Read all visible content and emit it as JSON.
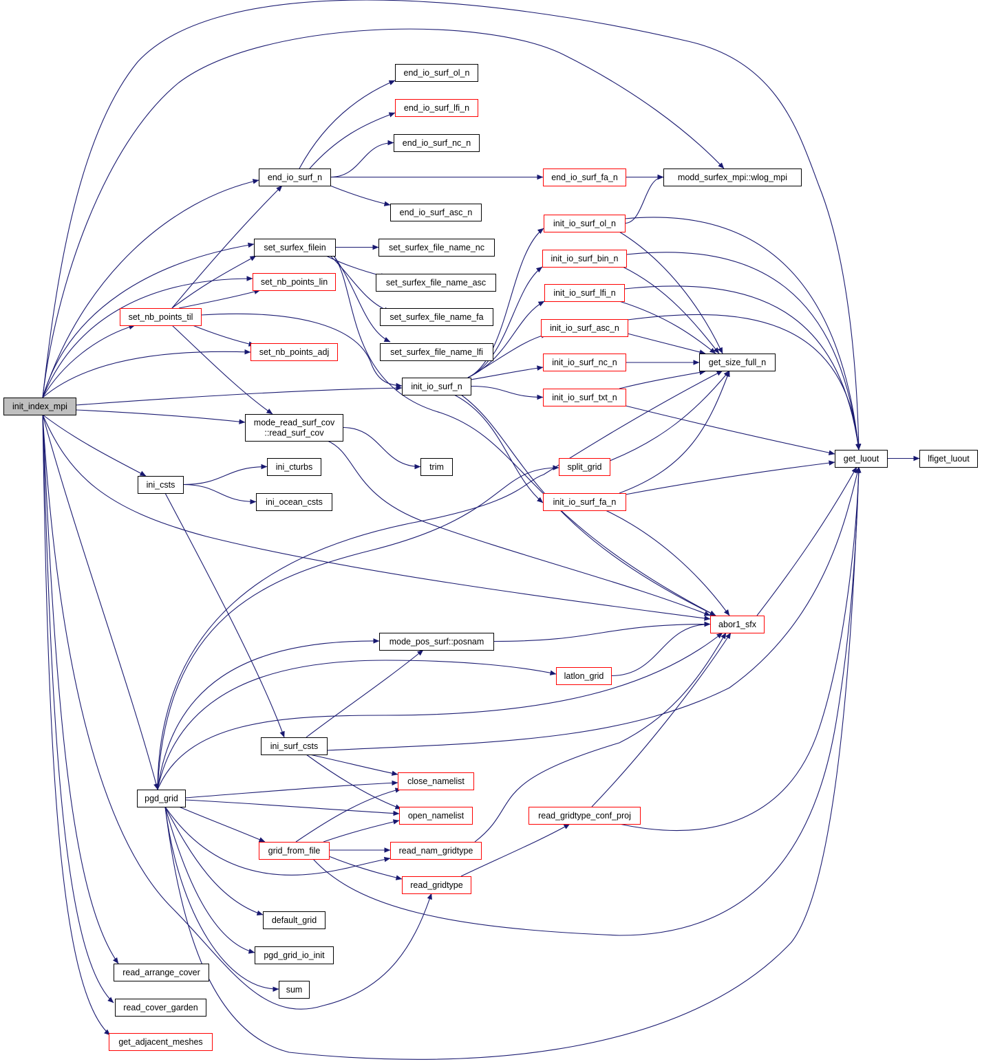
{
  "title": "init_index_mpi call graph",
  "colors": {
    "edge": "#191970",
    "node_border": "#000000",
    "truncated_border": "#ff0000",
    "root_fill": "#bfbfbf"
  },
  "nodes": {
    "init_index_mpi": {
      "label": "init_index_mpi",
      "kind": "root"
    },
    "end_io_surf_ol_n": {
      "label": "end_io_surf_ol_n",
      "kind": "normal"
    },
    "end_io_surf_lfi_n": {
      "label": "end_io_surf_lfi_n",
      "kind": "truncated"
    },
    "end_io_surf_nc_n": {
      "label": "end_io_surf_nc_n",
      "kind": "normal"
    },
    "end_io_surf_n": {
      "label": "end_io_surf_n",
      "kind": "normal"
    },
    "end_io_surf_fa_n": {
      "label": "end_io_surf_fa_n",
      "kind": "truncated"
    },
    "wlog_mpi": {
      "label": "modd_surfex_mpi::wlog_mpi",
      "kind": "normal"
    },
    "end_io_surf_asc_n": {
      "label": "end_io_surf_asc_n",
      "kind": "normal"
    },
    "init_io_surf_ol_n": {
      "label": "init_io_surf_ol_n",
      "kind": "truncated"
    },
    "set_surfex_filein": {
      "label": "set_surfex_filein",
      "kind": "normal"
    },
    "set_surfex_file_name_nc": {
      "label": "set_surfex_file_name_nc",
      "kind": "normal"
    },
    "init_io_surf_bin_n": {
      "label": "init_io_surf_bin_n",
      "kind": "truncated"
    },
    "set_nb_points_lin": {
      "label": "set_nb_points_lin",
      "kind": "truncated"
    },
    "set_surfex_file_name_asc": {
      "label": "set_surfex_file_name_asc",
      "kind": "normal"
    },
    "init_io_surf_lfi_n": {
      "label": "init_io_surf_lfi_n",
      "kind": "truncated"
    },
    "set_nb_points_til": {
      "label": "set_nb_points_til",
      "kind": "truncated"
    },
    "set_surfex_file_name_fa": {
      "label": "set_surfex_file_name_fa",
      "kind": "normal"
    },
    "init_io_surf_asc_n": {
      "label": "init_io_surf_asc_n",
      "kind": "truncated"
    },
    "set_nb_points_adj": {
      "label": "set_nb_points_adj",
      "kind": "truncated"
    },
    "set_surfex_file_name_lfi": {
      "label": "set_surfex_file_name_lfi",
      "kind": "normal"
    },
    "init_io_surf_nc_n": {
      "label": "init_io_surf_nc_n",
      "kind": "truncated"
    },
    "get_size_full_n": {
      "label": "get_size_full_n",
      "kind": "normal"
    },
    "init_io_surf_n": {
      "label": "init_io_surf_n",
      "kind": "normal"
    },
    "init_io_surf_txt_n": {
      "label": "init_io_surf_txt_n",
      "kind": "truncated"
    },
    "read_surf_cov": {
      "label": "mode_read_surf_cov\n::read_surf_cov",
      "kind": "normal"
    },
    "get_luout": {
      "label": "get_luout",
      "kind": "normal"
    },
    "lfiget_luout": {
      "label": "lfiget_luout",
      "kind": "normal"
    },
    "trim": {
      "label": "trim",
      "kind": "normal"
    },
    "split_grid": {
      "label": "split_grid",
      "kind": "truncated"
    },
    "ini_cturbs": {
      "label": "ini_cturbs",
      "kind": "normal"
    },
    "ini_csts": {
      "label": "ini_csts",
      "kind": "normal"
    },
    "ini_ocean_csts": {
      "label": "ini_ocean_csts",
      "kind": "normal"
    },
    "init_io_surf_fa_n": {
      "label": "init_io_surf_fa_n",
      "kind": "truncated"
    },
    "abor1_sfx": {
      "label": "abor1_sfx",
      "kind": "truncated"
    },
    "posnam": {
      "label": "mode_pos_surf::posnam",
      "kind": "normal"
    },
    "latlon_grid": {
      "label": "latlon_grid",
      "kind": "truncated"
    },
    "ini_surf_csts": {
      "label": "ini_surf_csts",
      "kind": "normal"
    },
    "close_namelist": {
      "label": "close_namelist",
      "kind": "truncated"
    },
    "pgd_grid": {
      "label": "pgd_grid",
      "kind": "normal"
    },
    "open_namelist": {
      "label": "open_namelist",
      "kind": "truncated"
    },
    "read_gridtype_conf_proj": {
      "label": "read_gridtype_conf_proj",
      "kind": "truncated"
    },
    "grid_from_file": {
      "label": "grid_from_file",
      "kind": "truncated"
    },
    "read_nam_gridtype": {
      "label": "read_nam_gridtype",
      "kind": "truncated"
    },
    "read_gridtype": {
      "label": "read_gridtype",
      "kind": "truncated"
    },
    "default_grid": {
      "label": "default_grid",
      "kind": "normal"
    },
    "pgd_grid_io_init": {
      "label": "pgd_grid_io_init",
      "kind": "normal"
    },
    "read_arrange_cover": {
      "label": "read_arrange_cover",
      "kind": "normal"
    },
    "sum": {
      "label": "sum",
      "kind": "normal"
    },
    "read_cover_garden": {
      "label": "read_cover_garden",
      "kind": "normal"
    },
    "get_adjacent_meshes": {
      "label": "get_adjacent_meshes",
      "kind": "truncated"
    }
  },
  "edges": [
    [
      "init_index_mpi",
      "get_luout"
    ],
    [
      "init_index_mpi",
      "wlog_mpi"
    ],
    [
      "init_index_mpi",
      "end_io_surf_n"
    ],
    [
      "init_index_mpi",
      "set_surfex_filein"
    ],
    [
      "init_index_mpi",
      "set_nb_points_lin"
    ],
    [
      "init_index_mpi",
      "set_nb_points_til"
    ],
    [
      "init_index_mpi",
      "set_nb_points_adj"
    ],
    [
      "init_index_mpi",
      "init_io_surf_n"
    ],
    [
      "init_index_mpi",
      "read_surf_cov"
    ],
    [
      "init_index_mpi",
      "ini_csts"
    ],
    [
      "init_index_mpi",
      "abor1_sfx"
    ],
    [
      "init_index_mpi",
      "pgd_grid"
    ],
    [
      "init_index_mpi",
      "read_gridtype"
    ],
    [
      "init_index_mpi",
      "read_arrange_cover"
    ],
    [
      "init_index_mpi",
      "read_cover_garden"
    ],
    [
      "init_index_mpi",
      "get_adjacent_meshes"
    ],
    [
      "end_io_surf_n",
      "end_io_surf_ol_n"
    ],
    [
      "end_io_surf_n",
      "end_io_surf_lfi_n"
    ],
    [
      "end_io_surf_n",
      "end_io_surf_nc_n"
    ],
    [
      "end_io_surf_n",
      "end_io_surf_fa_n"
    ],
    [
      "end_io_surf_n",
      "end_io_surf_asc_n"
    ],
    [
      "end_io_surf_fa_n",
      "wlog_mpi"
    ],
    [
      "set_surfex_filein",
      "set_surfex_file_name_nc"
    ],
    [
      "set_surfex_filein",
      "set_surfex_file_name_asc"
    ],
    [
      "set_surfex_filein",
      "set_surfex_file_name_fa"
    ],
    [
      "set_surfex_filein",
      "set_surfex_file_name_lfi"
    ],
    [
      "set_surfex_filein",
      "abor1_sfx"
    ],
    [
      "set_nb_points_til",
      "end_io_surf_n"
    ],
    [
      "set_nb_points_til",
      "set_surfex_filein"
    ],
    [
      "set_nb_points_til",
      "set_nb_points_lin"
    ],
    [
      "set_nb_points_til",
      "set_nb_points_adj"
    ],
    [
      "set_nb_points_til",
      "init_io_surf_n"
    ],
    [
      "set_nb_points_til",
      "read_surf_cov"
    ],
    [
      "init_io_surf_n",
      "init_io_surf_ol_n"
    ],
    [
      "init_io_surf_n",
      "init_io_surf_bin_n"
    ],
    [
      "init_io_surf_n",
      "init_io_surf_lfi_n"
    ],
    [
      "init_io_surf_n",
      "init_io_surf_asc_n"
    ],
    [
      "init_io_surf_n",
      "init_io_surf_nc_n"
    ],
    [
      "init_io_surf_n",
      "init_io_surf_txt_n"
    ],
    [
      "init_io_surf_n",
      "init_io_surf_fa_n"
    ],
    [
      "init_io_surf_n",
      "abor1_sfx"
    ],
    [
      "init_io_surf_ol_n",
      "wlog_mpi"
    ],
    [
      "init_io_surf_ol_n",
      "get_luout"
    ],
    [
      "init_io_surf_ol_n",
      "get_size_full_n"
    ],
    [
      "init_io_surf_bin_n",
      "get_luout"
    ],
    [
      "init_io_surf_bin_n",
      "get_size_full_n"
    ],
    [
      "init_io_surf_lfi_n",
      "get_luout"
    ],
    [
      "init_io_surf_lfi_n",
      "get_size_full_n"
    ],
    [
      "init_io_surf_asc_n",
      "get_luout"
    ],
    [
      "init_io_surf_asc_n",
      "get_size_full_n"
    ],
    [
      "init_io_surf_nc_n",
      "get_size_full_n"
    ],
    [
      "init_io_surf_txt_n",
      "get_size_full_n"
    ],
    [
      "init_io_surf_txt_n",
      "get_luout"
    ],
    [
      "init_io_surf_fa_n",
      "get_size_full_n"
    ],
    [
      "init_io_surf_fa_n",
      "get_luout"
    ],
    [
      "init_io_surf_fa_n",
      "abor1_sfx"
    ],
    [
      "split_grid",
      "get_size_full_n"
    ],
    [
      "get_luout",
      "lfiget_luout"
    ],
    [
      "read_surf_cov",
      "trim"
    ],
    [
      "read_surf_cov",
      "abor1_sfx"
    ],
    [
      "ini_csts",
      "ini_cturbs"
    ],
    [
      "ini_csts",
      "ini_ocean_csts"
    ],
    [
      "ini_csts",
      "ini_surf_csts"
    ],
    [
      "abor1_sfx",
      "get_luout"
    ],
    [
      "posnam",
      "abor1_sfx"
    ],
    [
      "latlon_grid",
      "abor1_sfx"
    ],
    [
      "ini_surf_csts",
      "posnam"
    ],
    [
      "ini_surf_csts",
      "close_namelist"
    ],
    [
      "ini_surf_csts",
      "open_namelist"
    ],
    [
      "ini_surf_csts",
      "get_luout"
    ],
    [
      "pgd_grid",
      "get_size_full_n"
    ],
    [
      "pgd_grid",
      "split_grid"
    ],
    [
      "pgd_grid",
      "posnam"
    ],
    [
      "pgd_grid",
      "latlon_grid"
    ],
    [
      "pgd_grid",
      "abor1_sfx"
    ],
    [
      "pgd_grid",
      "close_namelist"
    ],
    [
      "pgd_grid",
      "open_namelist"
    ],
    [
      "pgd_grid",
      "grid_from_file"
    ],
    [
      "pgd_grid",
      "read_nam_gridtype"
    ],
    [
      "pgd_grid",
      "default_grid"
    ],
    [
      "pgd_grid",
      "pgd_grid_io_init"
    ],
    [
      "pgd_grid",
      "sum"
    ],
    [
      "pgd_grid",
      "get_luout"
    ],
    [
      "grid_from_file",
      "close_namelist"
    ],
    [
      "grid_from_file",
      "open_namelist"
    ],
    [
      "grid_from_file",
      "read_nam_gridtype"
    ],
    [
      "grid_from_file",
      "read_gridtype"
    ],
    [
      "grid_from_file",
      "get_luout"
    ],
    [
      "read_nam_gridtype",
      "abor1_sfx"
    ],
    [
      "read_gridtype",
      "read_gridtype_conf_proj"
    ],
    [
      "read_gridtype_conf_proj",
      "abor1_sfx"
    ],
    [
      "read_gridtype_conf_proj",
      "get_luout"
    ]
  ]
}
